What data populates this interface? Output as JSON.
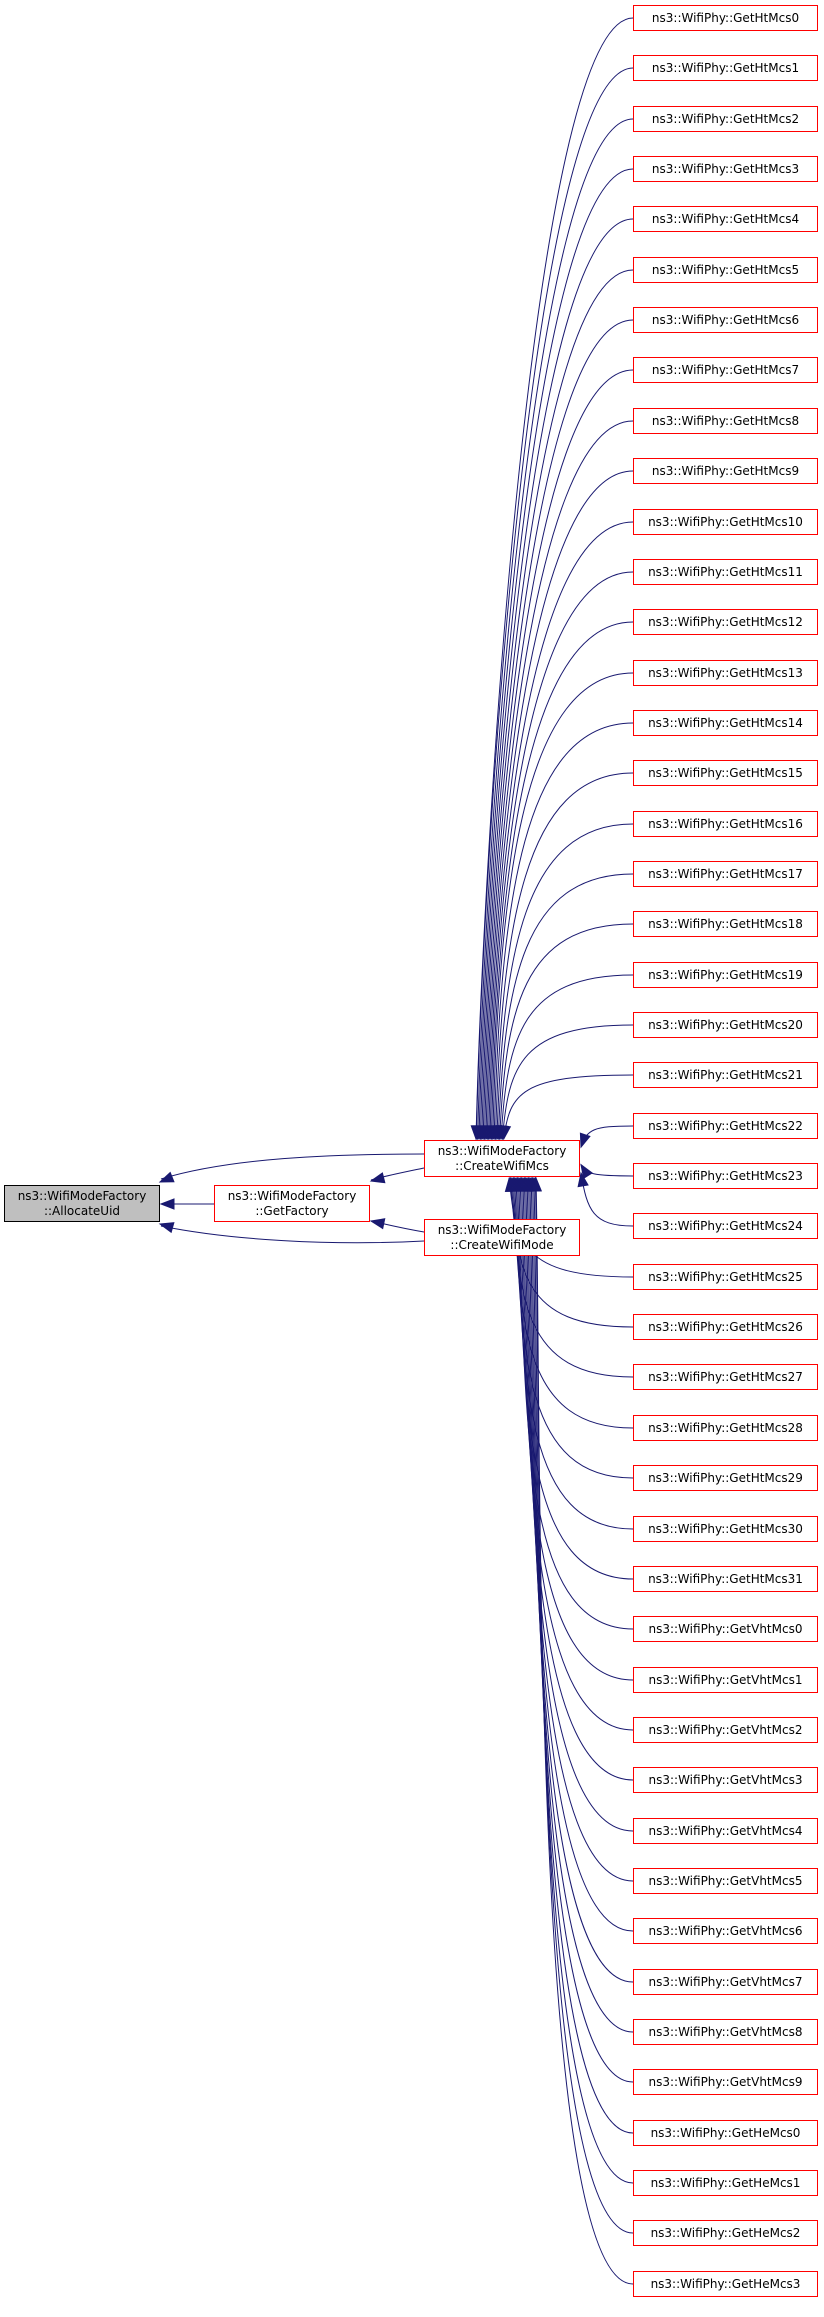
{
  "colors": {
    "edge": "#191970",
    "caller_border": "#ff0000",
    "root_fill": "#bfbfbf",
    "root_border": "#000000"
  },
  "nodes": {
    "allocate_uid": {
      "line1": "ns3::WifiModeFactory",
      "line2": "::AllocateUid"
    },
    "get_factory": {
      "line1": "ns3::WifiModeFactory",
      "line2": "::GetFactory"
    },
    "create_wifi_mcs": {
      "line1": "ns3::WifiModeFactory",
      "line2": "::CreateWifiMcs"
    },
    "create_wifi_mode": {
      "line1": "ns3::WifiModeFactory",
      "line2": "::CreateWifiMode"
    }
  },
  "mcs_callers": [
    "ns3::WifiPhy::GetHtMcs0",
    "ns3::WifiPhy::GetHtMcs1",
    "ns3::WifiPhy::GetHtMcs2",
    "ns3::WifiPhy::GetHtMcs3",
    "ns3::WifiPhy::GetHtMcs4",
    "ns3::WifiPhy::GetHtMcs5",
    "ns3::WifiPhy::GetHtMcs6",
    "ns3::WifiPhy::GetHtMcs7",
    "ns3::WifiPhy::GetHtMcs8",
    "ns3::WifiPhy::GetHtMcs9",
    "ns3::WifiPhy::GetHtMcs10",
    "ns3::WifiPhy::GetHtMcs11",
    "ns3::WifiPhy::GetHtMcs12",
    "ns3::WifiPhy::GetHtMcs13",
    "ns3::WifiPhy::GetHtMcs14",
    "ns3::WifiPhy::GetHtMcs15",
    "ns3::WifiPhy::GetHtMcs16",
    "ns3::WifiPhy::GetHtMcs17",
    "ns3::WifiPhy::GetHtMcs18",
    "ns3::WifiPhy::GetHtMcs19",
    "ns3::WifiPhy::GetHtMcs20",
    "ns3::WifiPhy::GetHtMcs21",
    "ns3::WifiPhy::GetHtMcs22",
    "ns3::WifiPhy::GetHtMcs23",
    "ns3::WifiPhy::GetHtMcs24",
    "ns3::WifiPhy::GetHtMcs25",
    "ns3::WifiPhy::GetHtMcs26",
    "ns3::WifiPhy::GetHtMcs27",
    "ns3::WifiPhy::GetHtMcs28",
    "ns3::WifiPhy::GetHtMcs29",
    "ns3::WifiPhy::GetHtMcs30",
    "ns3::WifiPhy::GetHtMcs31",
    "ns3::WifiPhy::GetVhtMcs0",
    "ns3::WifiPhy::GetVhtMcs1",
    "ns3::WifiPhy::GetVhtMcs2",
    "ns3::WifiPhy::GetVhtMcs3",
    "ns3::WifiPhy::GetVhtMcs4",
    "ns3::WifiPhy::GetVhtMcs5",
    "ns3::WifiPhy::GetVhtMcs6",
    "ns3::WifiPhy::GetVhtMcs7",
    "ns3::WifiPhy::GetVhtMcs8",
    "ns3::WifiPhy::GetVhtMcs9",
    "ns3::WifiPhy::GetHeMcs0",
    "ns3::WifiPhy::GetHeMcs1",
    "ns3::WifiPhy::GetHeMcs2",
    "ns3::WifiPhy::GetHeMcs3"
  ]
}
